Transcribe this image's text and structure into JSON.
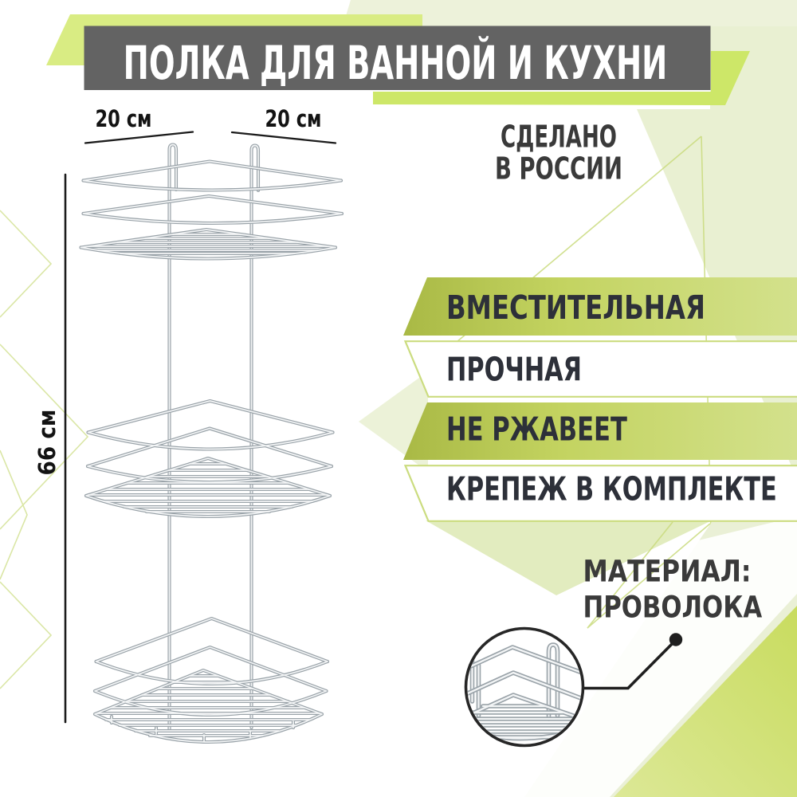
{
  "title": "ПОЛКА ДЛЯ ВАННОЙ И КУХНИ",
  "made_in": {
    "line1": "СДЕЛАНО",
    "line2": "В РОССИИ"
  },
  "dimensions": {
    "depth_left": "20 см",
    "depth_right": "20 см",
    "height": "66 см"
  },
  "features": [
    {
      "label": "ВМЕСТИТЕЛЬНАЯ",
      "style": "green"
    },
    {
      "label": "ПРОЧНАЯ",
      "style": "white"
    },
    {
      "label": "НЕ РЖАВЕЕТ",
      "style": "green"
    },
    {
      "label": "КРЕПЕЖ В КОМПЛЕКТЕ",
      "style": "white"
    }
  ],
  "material": {
    "line1": "МАТЕРИАЛ:",
    "line2": "ПРОВОЛОКА"
  },
  "colors": {
    "banner_gray": "#636363",
    "lime_accent": "#d9ec83",
    "lime_deep": "#cde768",
    "pale_green": "#e9f0d2",
    "green_grad_left": "#adbc47",
    "green_grad_mid": "#c8d76a",
    "green_grad_right": "#d5e38e",
    "white_banner_border": "#c8da7a",
    "text_dark": "#3a3a3a",
    "wire_silver": "#a9b0b5",
    "line_black": "#1c1c1c"
  }
}
